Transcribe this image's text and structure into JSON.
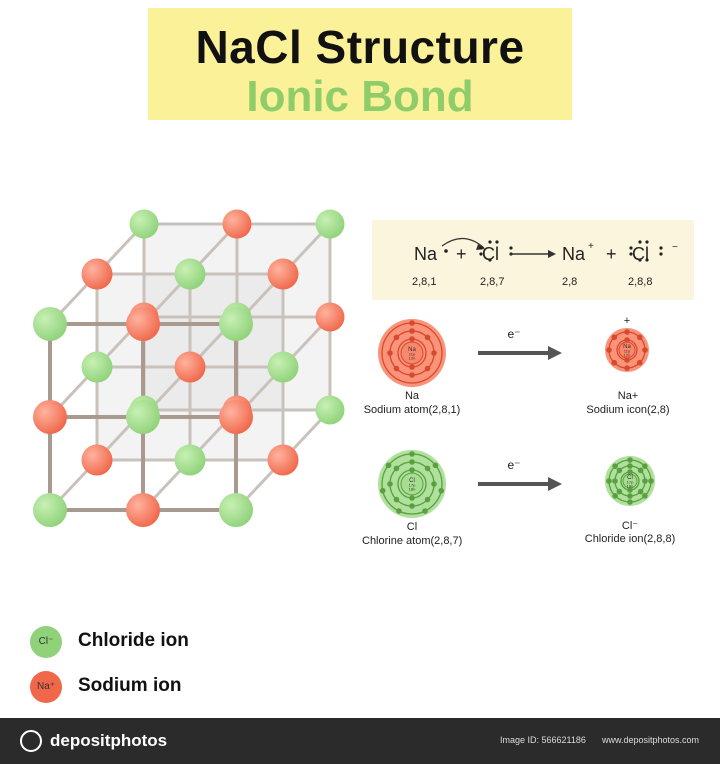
{
  "title": {
    "line1": "NaCl Structure",
    "line2": "Ionic Bond"
  },
  "equation": {
    "na": "Na",
    "cl": "Cl",
    "plus": "+",
    "config_na": "2,8,1",
    "config_cl": "2,8,7",
    "config_na_ion": "2,8",
    "config_cl_ion": "2,8,8"
  },
  "sodium": {
    "atom_symbol": "Na",
    "atom_label": "Sodium atom(2,8,1)",
    "ion_symbol": "Na+",
    "ion_label": "Sodium icon(2,8)",
    "nucleus_line1": "Na",
    "nucleus_line2": "11p",
    "nucleus_line3": "12n",
    "transfer": "e⁻"
  },
  "chlorine": {
    "atom_symbol": "Cl",
    "atom_label": "Chlorine atom(2,8,7)",
    "ion_symbol": "Cl⁻",
    "ion_label": "Chloride ion(2,8,8)",
    "nucleus_line1": "Cl",
    "nucleus_line2": "17p",
    "nucleus_line3": "18n",
    "transfer": "e⁻"
  },
  "legend": [
    {
      "symbol": "Cl⁻",
      "label": "Chloride ion",
      "color": "#8fd27a"
    },
    {
      "symbol": "Na⁺",
      "label": "Sodium ion",
      "color": "#f0674a"
    }
  ],
  "footer": {
    "brand": "depositphotos",
    "image_id": "Image ID: 566621186",
    "website": "www.depositphotos.com"
  },
  "colors": {
    "chloride": "#8fd27a",
    "sodium": "#f0674a",
    "title_bg": "#fbf198",
    "ionic_bond": "#8fcc6a"
  }
}
